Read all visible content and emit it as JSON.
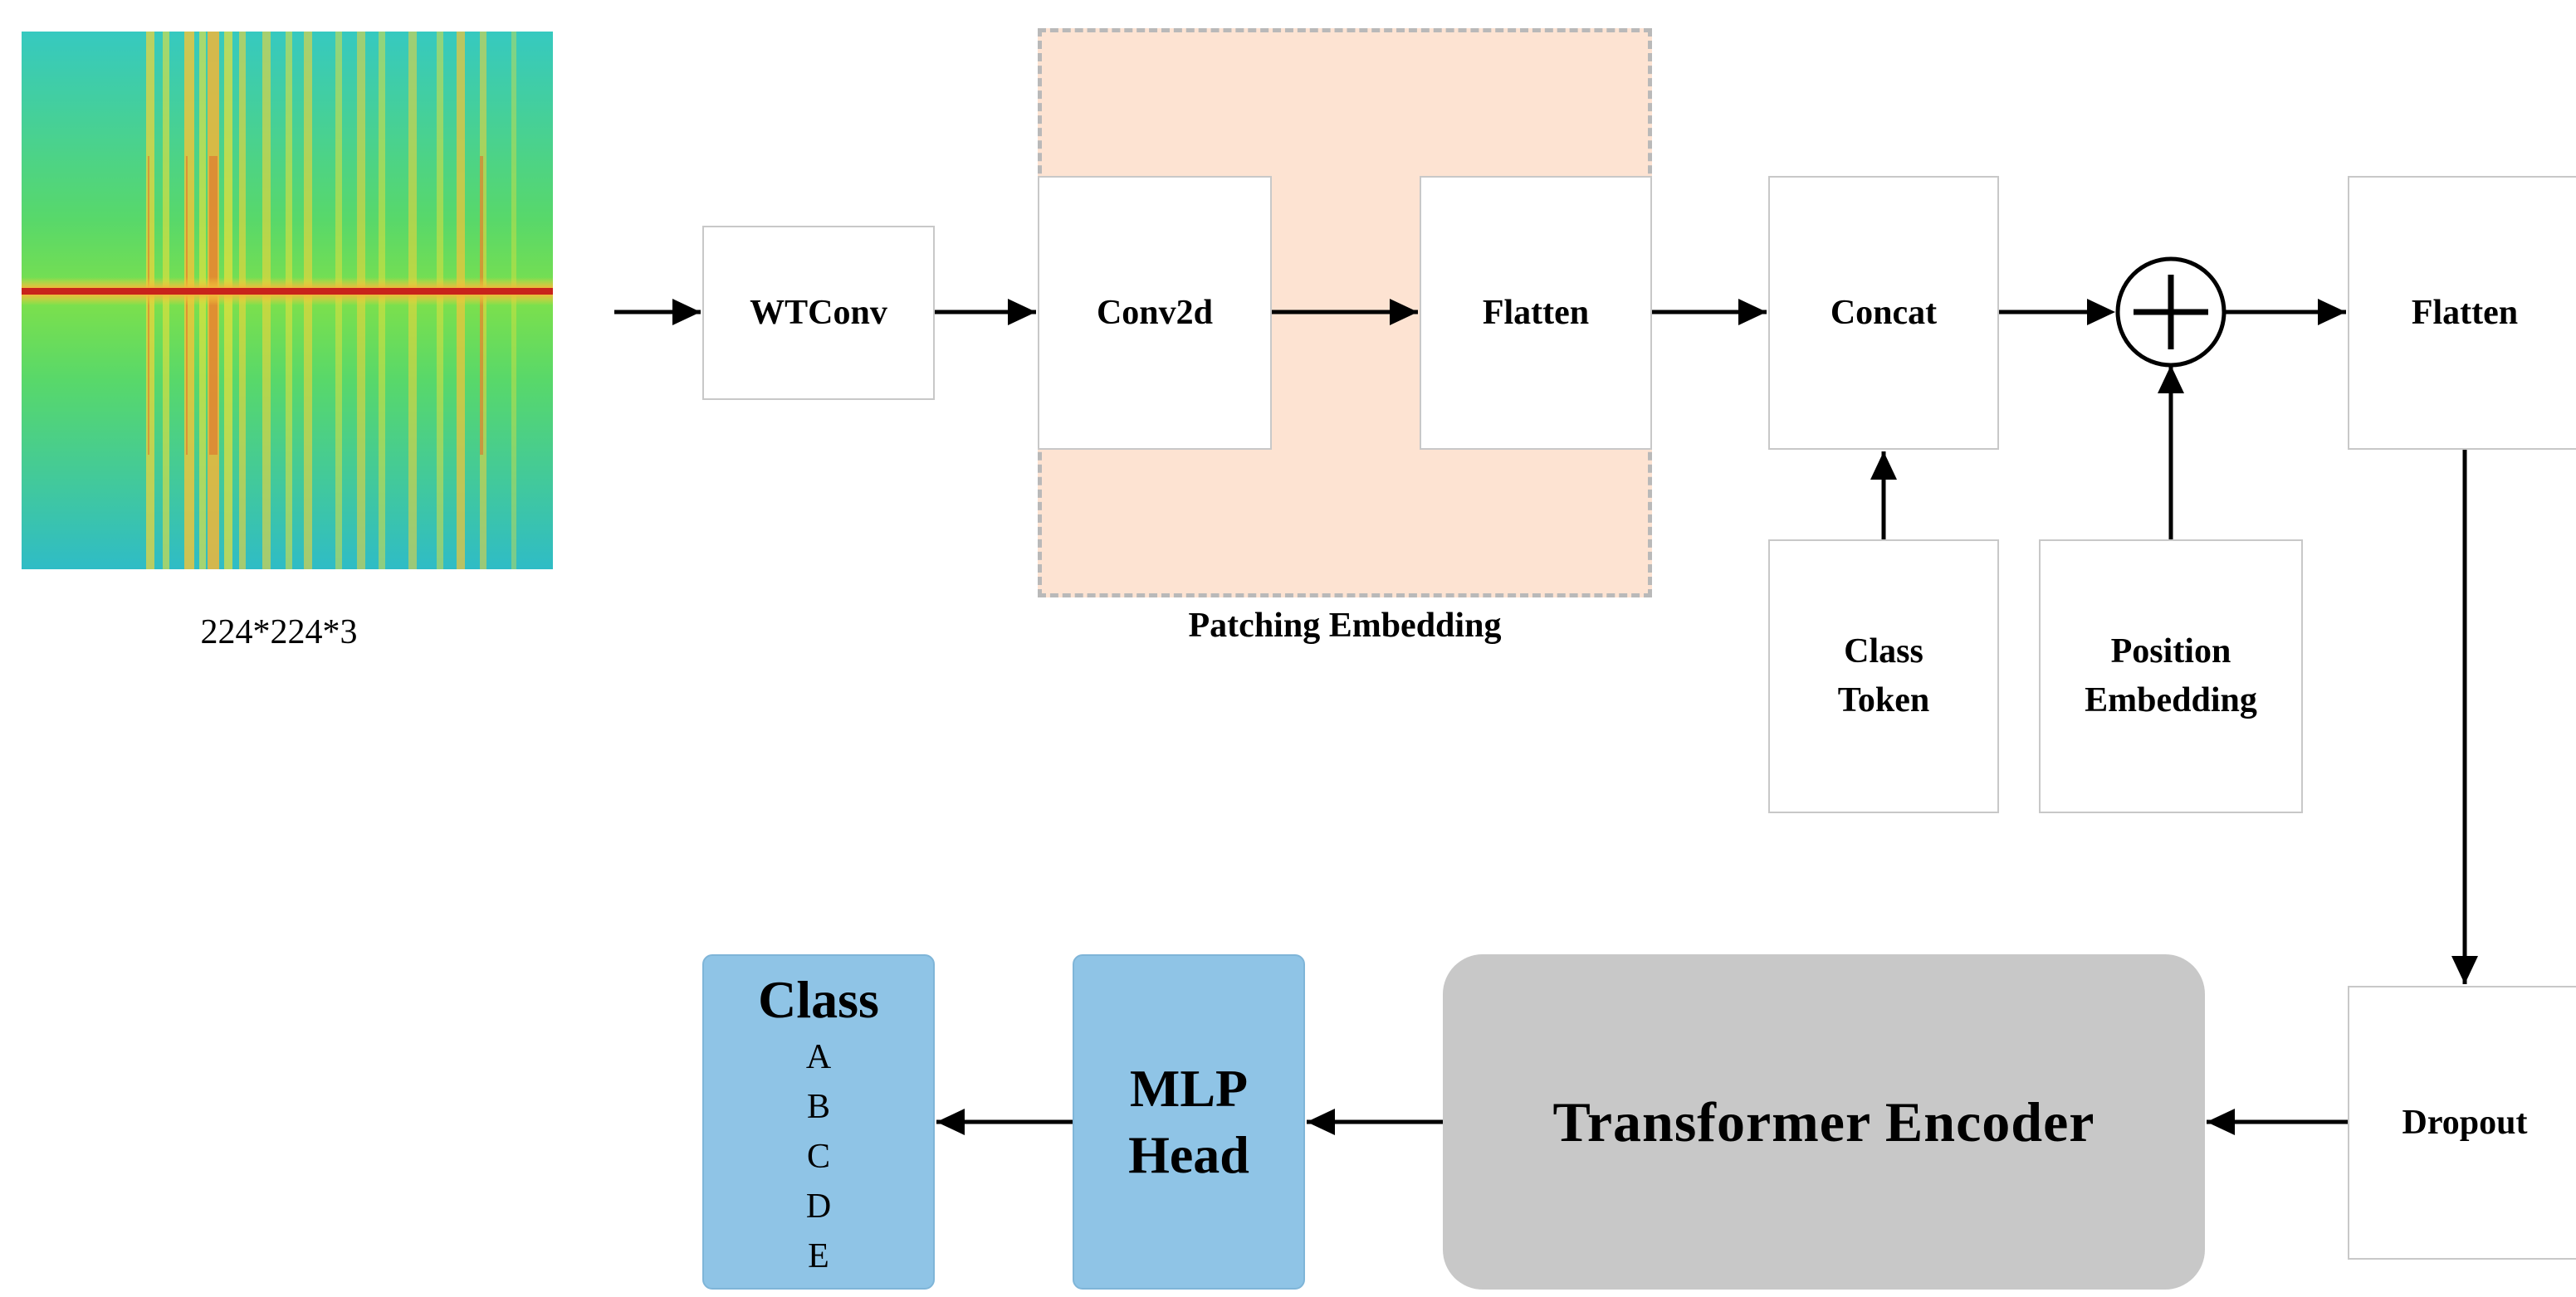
{
  "input": {
    "size_label": "224*224*3"
  },
  "blocks": {
    "wtconv": "WTConv",
    "conv2d": "Conv2d",
    "flatten1": "Flatten",
    "patch_caption": "Patching Embedding",
    "concat": "Concat",
    "class_token": [
      "Class",
      "Token"
    ],
    "position_embedding": [
      "Position",
      "Embedding"
    ],
    "flatten2": "Flatten",
    "dropout": "Dropout",
    "transformer_encoder": "Transformer Encoder",
    "mlp_head": [
      "MLP",
      "Head"
    ],
    "class_output": {
      "title": "Class",
      "labels": [
        "A",
        "B",
        "C",
        "D",
        "E"
      ]
    }
  },
  "colors": {
    "patch_bg": "#fde3d2",
    "blue_box": "#8fc4e6",
    "encoder": "#c8c8c8"
  }
}
